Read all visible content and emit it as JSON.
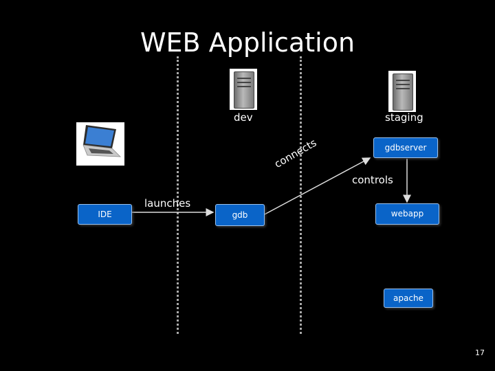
{
  "title": "WEB Application",
  "environments": {
    "dev": "dev",
    "staging": "staging"
  },
  "nodes": {
    "ide": "IDE",
    "gdb": "gdb",
    "gdbserver": "gdbserver",
    "webapp": "webapp",
    "apache": "apache"
  },
  "edges": {
    "launches": "launches",
    "connects": "connects",
    "controls": "controls"
  },
  "icons": [
    "laptop-icon",
    "dev-server-icon",
    "staging-server-icon"
  ],
  "colors": {
    "node_fill": "#0a64c8",
    "node_border": "#9cc3ef",
    "background": "#000000"
  },
  "page_number": "17"
}
